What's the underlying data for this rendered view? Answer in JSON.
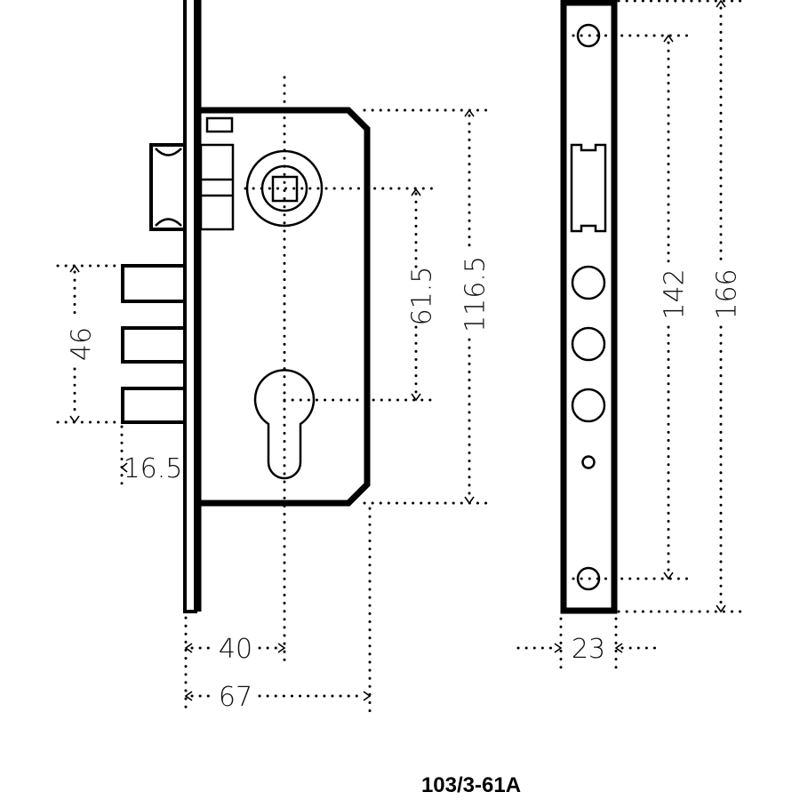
{
  "drawing": {
    "title": "Mortise lock dimensional drawing",
    "model_code": "103/3-61A",
    "units": "mm",
    "side_view": {
      "dimensions": {
        "backset": "40",
        "case_depth": "67",
        "deadbolt_span": "46",
        "deadbolt_throw": "16.5",
        "center_distance": "61.5",
        "case_height": "116.5"
      }
    },
    "front_view": {
      "dimensions": {
        "faceplate_width": "23",
        "screw_spacing": "142",
        "faceplate_height": "166"
      }
    }
  }
}
